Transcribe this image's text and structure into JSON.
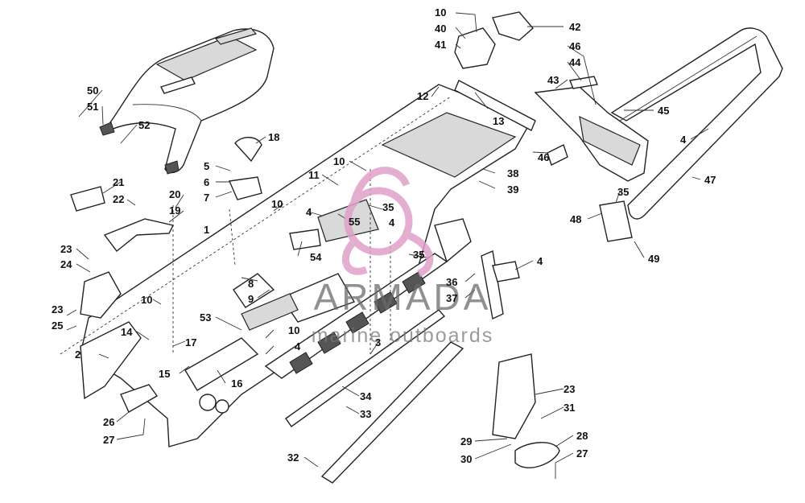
{
  "watermark": {
    "title": "ARMADA",
    "subtitle": "marine outboards",
    "logo_color": "#e0a0c8"
  },
  "callouts": [
    "10",
    "40",
    "41",
    "42",
    "46",
    "44",
    "43",
    "45",
    "4",
    "47",
    "50",
    "51",
    "52",
    "18",
    "5",
    "6",
    "7",
    "11",
    "10",
    "1",
    "21",
    "22",
    "20",
    "19",
    "23",
    "24",
    "10",
    "4",
    "55",
    "35",
    "4",
    "54",
    "35",
    "38",
    "39",
    "12",
    "13",
    "46",
    "35",
    "48",
    "49",
    "4",
    "8",
    "9",
    "36",
    "37",
    "23",
    "25",
    "10",
    "53",
    "14",
    "2",
    "17",
    "10",
    "4",
    "3",
    "15",
    "16",
    "26",
    "27",
    "34",
    "33",
    "32",
    "23",
    "31",
    "29",
    "30",
    "28",
    "27"
  ]
}
